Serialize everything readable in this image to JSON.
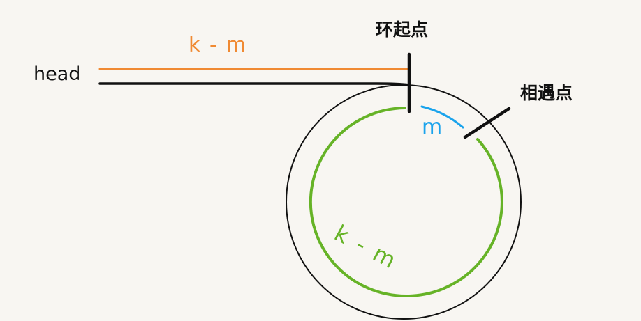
{
  "labels": {
    "head": "head",
    "straight_segment": "k - m",
    "cycle_start": "环起点",
    "meeting_point": "相遇点",
    "meet_arc": "m",
    "cycle_remainder": "k - m"
  },
  "colors": {
    "background": "#f8f6f2",
    "ink": "#111111",
    "orange": "#f08a33",
    "blue": "#1aa3ec",
    "green": "#66b327"
  }
}
